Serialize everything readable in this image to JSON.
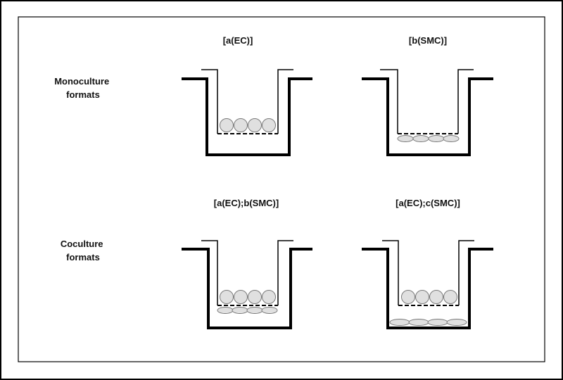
{
  "row_labels": {
    "monoculture": [
      "Monoculture",
      "formats"
    ],
    "coculture": [
      "Coculture",
      "formats"
    ]
  },
  "panels": {
    "a_ec": {
      "label": "[a(EC)]"
    },
    "b_smc": {
      "label": "[b(SMC)]"
    },
    "a_ec_b_smc": {
      "label": "[a(EC);b(SMC)]"
    },
    "a_ec_c_smc": {
      "label": "[a(EC);c(SMC)]"
    }
  },
  "colors": {
    "outline": "#000000",
    "cell_fill": "#e0e0e0",
    "cell_stroke": "#7a7a7a"
  }
}
